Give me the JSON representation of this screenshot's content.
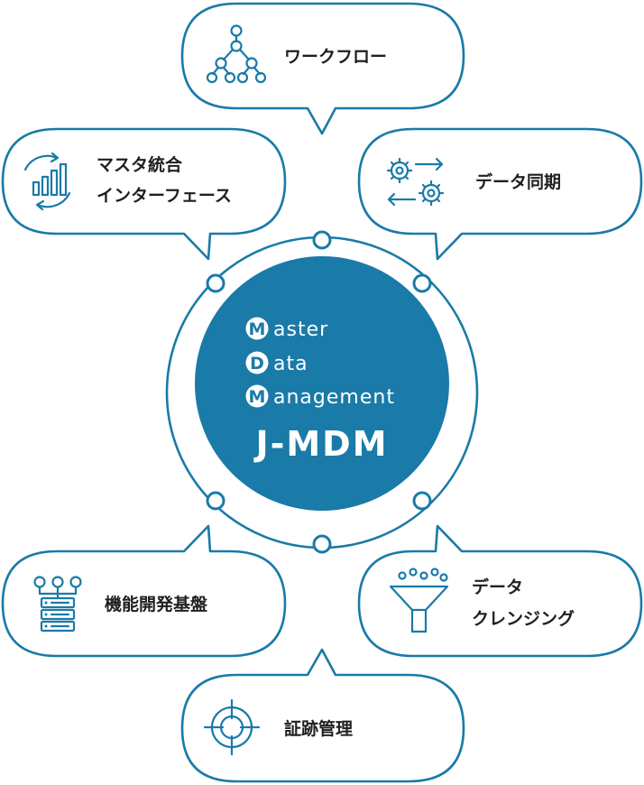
{
  "colors": {
    "accent": "#1a7aa8",
    "text": "#1f1f1f",
    "core_fill": "#1a7aa8",
    "background": "#ffffff"
  },
  "core": {
    "lines": [
      {
        "initial": "M",
        "rest": "aster"
      },
      {
        "initial": "D",
        "rest": "ata"
      },
      {
        "initial": "M",
        "rest": "anagement"
      }
    ],
    "title": "J-MDM"
  },
  "bubbles": {
    "workflow": {
      "lines": [
        "ワークフロー"
      ],
      "icon": "workflow-tree-icon"
    },
    "master_integration": {
      "lines": [
        "マスタ統合",
        "インターフェース"
      ],
      "icon": "chart-cycle-icon"
    },
    "data_sync": {
      "lines": [
        "データ同期"
      ],
      "icon": "gears-sync-icon"
    },
    "platform": {
      "lines": [
        "機能開発基盤"
      ],
      "icon": "server-rack-icon"
    },
    "data_cleansing": {
      "lines": [
        "データ",
        "クレンジング"
      ],
      "icon": "funnel-filter-icon"
    },
    "audit": {
      "lines": [
        "証跡管理"
      ],
      "icon": "crosshair-target-icon"
    }
  }
}
